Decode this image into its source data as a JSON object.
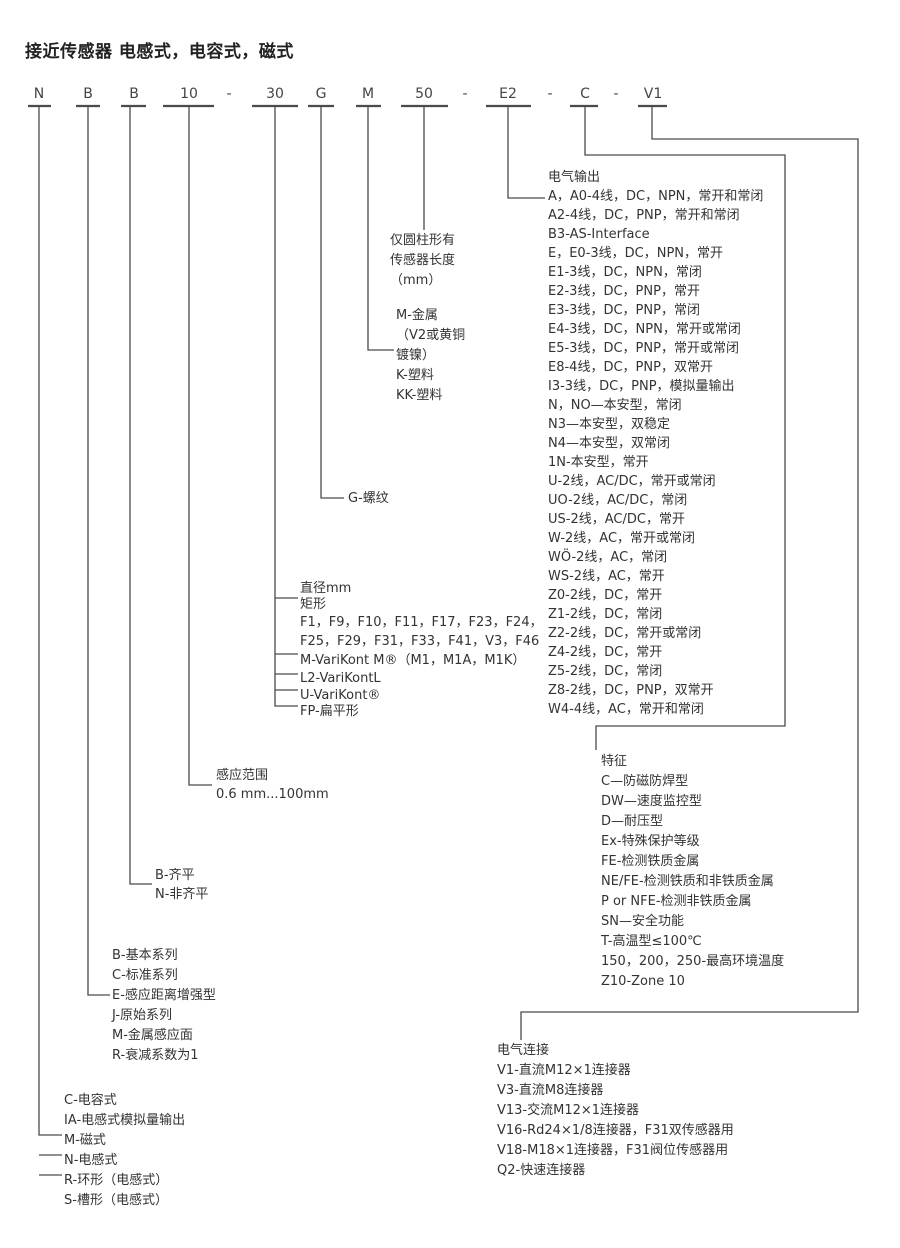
{
  "title": "接近传感器  电感式，电容式，磁式",
  "code_parts": [
    "N",
    "B",
    "B",
    "10",
    "-",
    "30",
    "G",
    "M",
    "50",
    "-",
    "E2",
    "-",
    "C",
    "-",
    "V1"
  ],
  "sensor_type": [
    "C-电容式",
    "IA-电感式模拟量输出",
    "M-磁式",
    "N-电感式",
    "R-环形（电感式）",
    "S-槽形（电感式）"
  ],
  "series": [
    "B-基本系列",
    "C-标准系列",
    "E-感应距离增强型",
    "J-原始系列",
    "M-金属感应面",
    "R-衰减系数为1"
  ],
  "flush": [
    "B-齐平",
    "N-非齐平"
  ],
  "sensing_range": [
    "感应范围",
    "0.6 mm...100mm"
  ],
  "shape": [
    "直径mm",
    "矩形",
    "F1，F9，F10，F11，F17，F23，F24，",
    "F25，F29，F31，F33，F41，V3，F46",
    "M-VariKont M®（M1，M1A，M1K）",
    "L2-VariKontL",
    "U-VariKont®",
    "FP-扁平形"
  ],
  "thread": [
    "G-螺纹"
  ],
  "material": [
    "M-金属",
    "（V2或黄铜",
    "镀镍）",
    "K-塑料",
    "KK-塑料"
  ],
  "length": [
    "仅圆柱形有",
    "传感器长度",
    "（mm）"
  ],
  "electrical_output": [
    "电气输出",
    "A，A0-4线，DC，NPN，常开和常闭",
    "A2-4线，DC，PNP，常开和常闭",
    "B3-AS-Interface",
    "E，E0-3线，DC，NPN，常开",
    "E1-3线，DC，NPN，常闭",
    "E2-3线，DC，PNP，常开",
    "E3-3线，DC，PNP，常闭",
    "E4-3线，DC，NPN，常开或常闭",
    "E5-3线，DC，PNP，常开或常闭",
    "E8-4线，DC，PNP，双常开",
    "I3-3线，DC，PNP，模拟量输出",
    "N，NO—本安型，常闭",
    "N3—本安型，双稳定",
    "N4—本安型，双常闭",
    "1N-本安型，常开",
    "U-2线，AC/DC，常开或常闭",
    "UO-2线，AC/DC，常闭",
    "US-2线，AC/DC，常开",
    "W-2线，AC，常开或常闭",
    "WÖ-2线，AC，常闭",
    "WS-2线，AC，常开",
    "Z0-2线，DC，常开",
    "Z1-2线，DC，常闭",
    "Z2-2线，DC，常开或常闭",
    "Z4-2线，DC，常开",
    "Z5-2线，DC，常闭",
    "Z8-2线，DC，PNP，双常开",
    "W4-4线，AC，常开和常闭"
  ],
  "features": [
    "特征",
    "C—防磁防焊型",
    "DW—速度监控型",
    "D—耐压型",
    "Ex-特殊保护等级",
    "FE-检测铁质金属",
    "NE/FE-检测铁质和非铁质金属",
    "P or NFE-检测非铁质金属",
    "SN—安全功能",
    "T-高温型≤100℃",
    "150，200，250-最高环境温度",
    "Z10-Zone 10"
  ],
  "connection": [
    "电气连接",
    "V1-直流M12×1连接器",
    "V3-直流M8连接器",
    "V13-交流M12×1连接器",
    "V16-Rd24×1/8连接器，F31双传感器用",
    "V18-M18×1连接器，F31阀位传感器用",
    "Q2-快速连接器"
  ],
  "colors": {
    "line": "#4a4a4a",
    "text": "#333333",
    "title": "#222222"
  }
}
